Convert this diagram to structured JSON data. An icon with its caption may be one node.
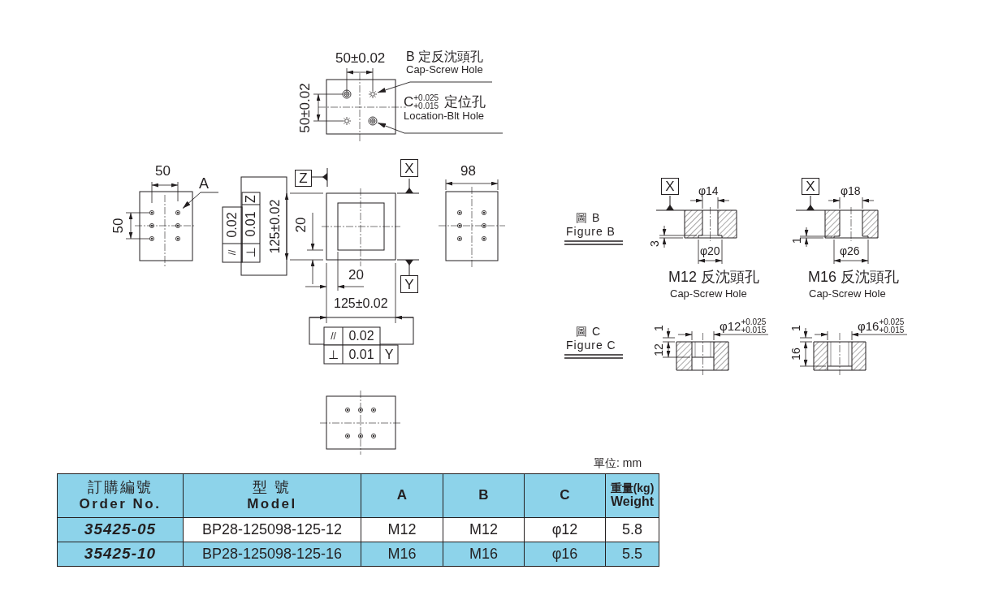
{
  "diagram": {
    "nodes": [
      {
        "text": [
          "B 定反沈頭孔",
          "Cap-Screw Hole"
        ]
      },
      {
        "text": [],
        "shape": "circle"
      },
      {
        "text": [
          "C$^{+0.025}$$_{+0.015}$ 定位孔",
          "Location-Blt Hole"
        ]
      },
      {
        "text": [],
        "shape": "circle"
      },
      {
        "text": [
          "A"
        ]
      },
      {
        "text": [],
        "shape": "circle"
      },
      {
        "text": [
          "Z"
        ]
      },
      {
        "text": [
          "X"
        ]
      },
      {
        "text": [
          "Y"
        ]
      },
      {
        "text": [
          "X"
        ]
      },
      {
        "text": [
          "X"
        ]
      }
    ],
    "edges": [
      {
        "from": 0,
        "to": 1,
        "arrow": "to"
      },
      {
        "from": 2,
        "to": 3,
        "arrow": "to"
      },
      {
        "from": 4,
        "to": 5,
        "arrow": "to"
      }
    ],
    "labels": [
      "50±0.02",
      "50±0.02",
      "50",
      "50",
      "98",
      "0.02",
      "0.01",
      "Z",
      "//",
      "⊥",
      "125±0.02",
      "20",
      "20",
      "125±0.02",
      "//",
      "0.02",
      "⊥",
      "0.01",
      "Y",
      "圖 B",
      "Figure B",
      "φ14",
      "3",
      "φ20",
      "φ18",
      "1",
      "φ26",
      "M12 反沈頭孔",
      "Cap-Screw Hole",
      "M16 反沈頭孔",
      "Cap-Screw Hole",
      "圖 C",
      "Figure C",
      "1",
      "12",
      "φ12$^{+0.025}$$_{+0.015}$",
      "1",
      "16",
      "φ16$^{+0.025}$$_{+0.015}$",
      "單位: mm",
      "訂購編號",
      "Order No.",
      "型 號",
      "Model",
      "A",
      "B",
      "C",
      "重量(kg)",
      "Weight",
      "35425-05",
      "BP28-125098-125-12",
      "M12",
      "M12",
      "φ12",
      "5.8",
      "35425-10",
      "BP28-125098-125-16",
      "M16",
      "M16",
      "φ16",
      "5.5"
    ]
  }
}
